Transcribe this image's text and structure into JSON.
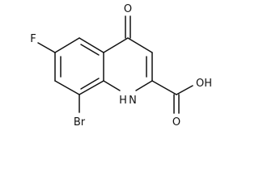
{
  "molecule": {
    "atoms": {
      "oxo_O": "O",
      "F": "F",
      "Br": "Br",
      "NH": "H",
      "N": "N",
      "hydroxyl": "OH",
      "carbonyl_O": "O"
    }
  }
}
